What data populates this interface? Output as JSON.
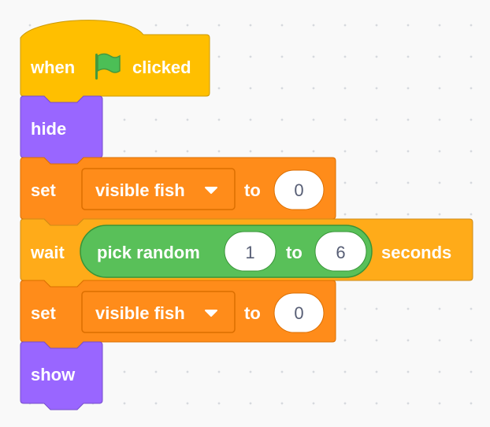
{
  "script": {
    "hat": {
      "word1": "when",
      "flag_icon": "green-flag-icon",
      "word2": "clicked"
    },
    "hide": {
      "label": "hide"
    },
    "set1": {
      "label": "set",
      "variable": "visible fish",
      "to": "to",
      "value": "0"
    },
    "wait": {
      "label": "wait",
      "reporter": {
        "label": "pick random",
        "from": "1",
        "to": "to",
        "upto": "6"
      },
      "unit": "seconds"
    },
    "set2": {
      "label": "set",
      "variable": "visible fish",
      "to": "to",
      "value": "0"
    },
    "show": {
      "label": "show"
    }
  },
  "colors": {
    "events": "#ffbf00",
    "events_edge": "#cc9900",
    "looks": "#9966ff",
    "looks_edge": "#774dcb",
    "variables": "#ff8c1a",
    "variables_edge": "#db6e00",
    "control": "#ffab19",
    "control_edge": "#cf8b17",
    "operators": "#59c059",
    "operators_edge": "#389438",
    "input_text": "#575e75"
  }
}
